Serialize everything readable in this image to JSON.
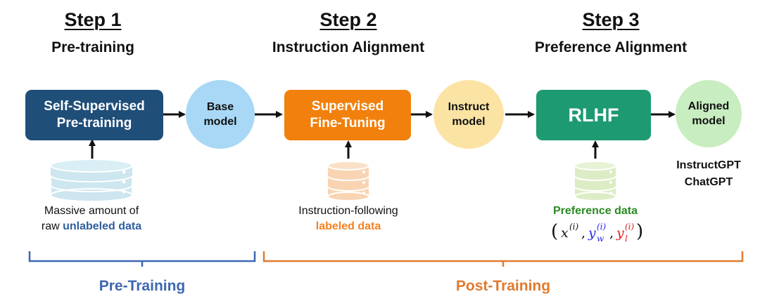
{
  "steps": [
    {
      "heading": "Step 1",
      "title": "Pre-training"
    },
    {
      "heading": "Step 2",
      "title": "Instruction Alignment"
    },
    {
      "heading": "Step 3",
      "title": "Preference Alignment"
    }
  ],
  "boxes": {
    "ssp": {
      "line1": "Self-Supervised",
      "line2": "Pre-training",
      "color": "#1f4e79"
    },
    "sft": {
      "line1": "Supervised",
      "line2": "Fine-Tuning",
      "color": "#f2800c"
    },
    "rlhf": {
      "line1": "RLHF",
      "color": "#1e9a72"
    }
  },
  "models": {
    "base": {
      "line1": "Base",
      "line2": "model",
      "color": "#a8d8f5"
    },
    "instruct": {
      "line1": "Instruct",
      "line2": "model",
      "color": "#fbe3a3"
    },
    "aligned": {
      "line1": "Aligned",
      "line2": "model",
      "color": "#c8edc0"
    }
  },
  "captions": {
    "unlabeled": {
      "line1": "Massive amount of",
      "line2_plain": "raw ",
      "line2_highlight": "unlabeled data"
    },
    "labeled": {
      "line1": "Instruction-following",
      "line2_highlight": "labeled data"
    },
    "preference": {
      "line1_highlight": "Preference data"
    }
  },
  "aligned_examples": [
    "InstructGPT",
    "ChatGPT"
  ],
  "groups": {
    "pre": "Pre-Training",
    "post": "Post-Training"
  },
  "colors": {
    "blue_text": "#2e5f9e",
    "orange_text": "#f58220",
    "green_text": "#2a8a23",
    "bracket_blue": "#3d67b0",
    "bracket_orange": "#e07a2e",
    "db_blue": "#cde6ef",
    "db_orange": "#f9d4b2",
    "db_green": "#dcedc5"
  }
}
